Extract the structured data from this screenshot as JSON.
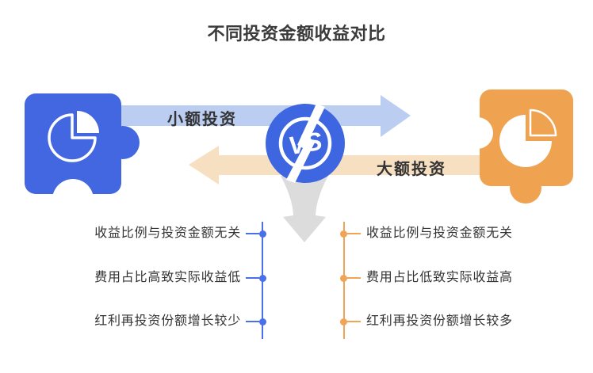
{
  "title": "不同投资金额收益对比",
  "versus": {
    "label": "VS"
  },
  "left": {
    "arrow_label": "小额投资",
    "items": [
      "收益比例与投资金额无关",
      "费用占比高致实际收益低",
      "红利再投资份额增长较少"
    ]
  },
  "right": {
    "arrow_label": "大额投资",
    "items": [
      "收益比例与投资金额无关",
      "费用占比低致实际收益高",
      "红利再投资份额增长较多"
    ]
  },
  "icons": {
    "left_puzzle": "puzzle-piece-with-pie-chart",
    "right_puzzle": "puzzle-piece-with-pie-chart",
    "center_badge": "vs-lightning-badge",
    "center_pointer": "down-arrow-funnel"
  },
  "colors": {
    "blue": "#4267e1",
    "blue_light": "#bccdf2",
    "blue_accent": "#4b6fe8",
    "orange": "#efa24f",
    "orange_light": "#f7dfc1",
    "orange_accent": "#f0a455",
    "gray": "#dcdcdc",
    "text": "#333333"
  }
}
